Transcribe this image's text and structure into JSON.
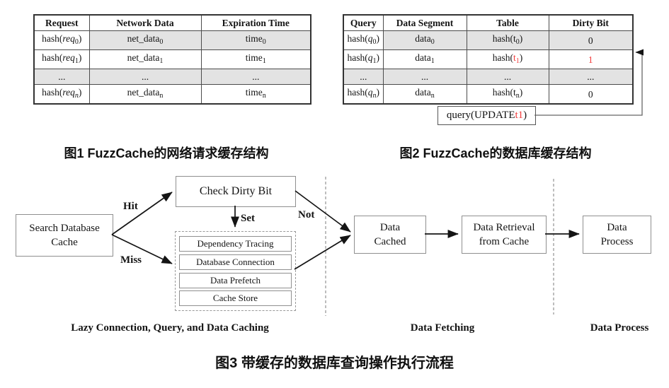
{
  "captions": {
    "fig1": "图1 FuzzCache的网络请求缓存结构",
    "fig2": "图2 FuzzCache的数据库缓存结构",
    "fig3": "图3 带缓存的数据库查询操作执行流程"
  },
  "colors": {
    "red": "#f23b3b",
    "shaded_row": "#e3e3e3",
    "arrow": "#141414",
    "dashed_divider": "#9a9a9a"
  },
  "net_table": {
    "headers": [
      "Request",
      "Network Data",
      "Expiration Time"
    ],
    "rows": [
      [
        [
          [
            "hash(",
            ""
          ],
          [
            "req",
            "i"
          ],
          [
            "0",
            "sub"
          ],
          [
            ")",
            ""
          ]
        ],
        [
          [
            "net_data",
            ""
          ],
          [
            "0",
            "sub"
          ]
        ],
        [
          [
            "time",
            ""
          ],
          [
            "0",
            "sub"
          ]
        ]
      ],
      [
        [
          [
            "hash(",
            ""
          ],
          [
            "req",
            "i"
          ],
          [
            "1",
            "sub"
          ],
          [
            ")",
            ""
          ]
        ],
        [
          [
            "net_data",
            ""
          ],
          [
            "1",
            "sub"
          ]
        ],
        [
          [
            "time",
            ""
          ],
          [
            "1",
            "sub"
          ]
        ]
      ],
      [
        [
          [
            "...",
            ""
          ]
        ],
        [
          [
            "...",
            ""
          ]
        ],
        [
          [
            "...",
            ""
          ]
        ]
      ],
      [
        [
          [
            "hash(",
            ""
          ],
          [
            "req",
            "i"
          ],
          [
            "n",
            "i sub"
          ],
          [
            ")",
            ""
          ]
        ],
        [
          [
            "net_data",
            ""
          ],
          [
            "n",
            "sub"
          ]
        ],
        [
          [
            "time",
            ""
          ],
          [
            "n",
            "sub"
          ]
        ]
      ]
    ]
  },
  "db_table": {
    "headers": [
      "Query",
      "Data Segment",
      "Table",
      "Dirty Bit"
    ],
    "rows": [
      [
        [
          [
            "hash(",
            ""
          ],
          [
            "q",
            "i"
          ],
          [
            "0",
            "sub"
          ],
          [
            ")",
            ""
          ]
        ],
        [
          [
            "data",
            ""
          ],
          [
            "0",
            "sub"
          ]
        ],
        [
          [
            "hash(t",
            ""
          ],
          [
            "0",
            "sub"
          ],
          [
            ")",
            ""
          ]
        ],
        [
          [
            "0",
            ""
          ]
        ]
      ],
      [
        [
          [
            "hash(",
            ""
          ],
          [
            "q",
            "i"
          ],
          [
            "1",
            "sub"
          ],
          [
            ")",
            ""
          ]
        ],
        [
          [
            "data",
            ""
          ],
          [
            "1",
            "sub"
          ]
        ],
        [
          [
            "hash(",
            ""
          ],
          [
            "t",
            "red"
          ],
          [
            "1",
            "red sub"
          ],
          [
            ")",
            ""
          ]
        ],
        [
          [
            "1",
            "red"
          ]
        ]
      ],
      [
        [
          [
            "...",
            ""
          ]
        ],
        [
          [
            "...",
            ""
          ]
        ],
        [
          [
            "...",
            ""
          ]
        ],
        [
          [
            "...",
            ""
          ]
        ]
      ],
      [
        [
          [
            "hash(",
            ""
          ],
          [
            "q",
            "i"
          ],
          [
            "n",
            "i sub"
          ],
          [
            ")",
            ""
          ]
        ],
        [
          [
            "data",
            ""
          ],
          [
            "n",
            "sub"
          ]
        ],
        [
          [
            "hash(t",
            ""
          ],
          [
            "n",
            "sub"
          ],
          [
            ")",
            ""
          ]
        ],
        [
          [
            "0",
            ""
          ]
        ]
      ]
    ]
  },
  "query_box": {
    "prefix": "query(UPDATE ",
    "red": "t1",
    "suffix": ")"
  },
  "flow": {
    "boxes": {
      "search": "Search Database\nCache",
      "check": "Check Dirty Bit",
      "cached": "Data\nCached",
      "retrieval": "Data Retrieval\nfrom Cache",
      "process": "Data\nProcess"
    },
    "steps": [
      "Dependency Tracing",
      "Database Connection",
      "Data Prefetch",
      "Cache Store"
    ],
    "edge_labels": {
      "hit": "Hit",
      "miss": "Miss",
      "set": "Set",
      "not": "Not"
    },
    "phases": [
      "Lazy Connection, Query, and Data Caching",
      "Data Fetching",
      "Data Process"
    ]
  }
}
